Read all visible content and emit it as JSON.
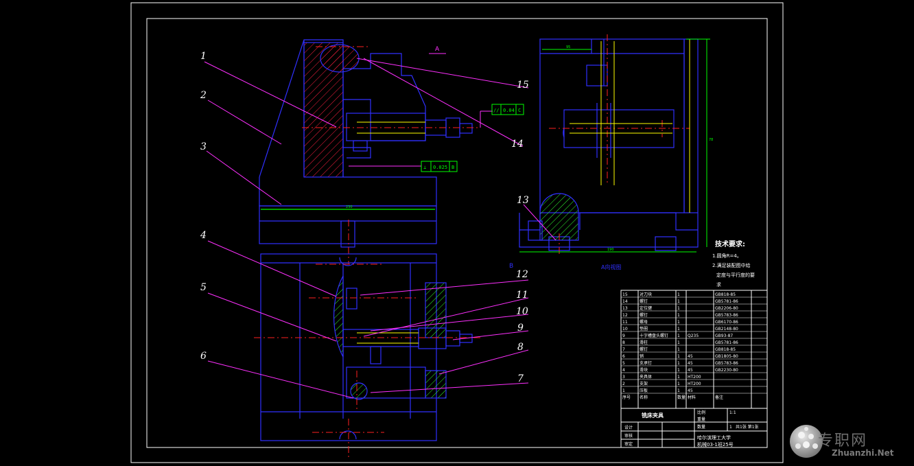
{
  "view_label_a": "A",
  "view_label_b": "B",
  "section_view_title": "A向视图",
  "callouts": [
    "1",
    "2",
    "3",
    "4",
    "5",
    "6",
    "7",
    "8",
    "9",
    "10",
    "11",
    "12",
    "13",
    "14",
    "15"
  ],
  "tolerance_parallel": {
    "symbol": "//",
    "value": "0.04",
    "datum": "C"
  },
  "tolerance_perp": {
    "symbol": "⊥",
    "value": "0.025",
    "datum": "B"
  },
  "dims": {
    "top_width": "230",
    "side_width": "190",
    "side_height": "78",
    "side_top": "95"
  },
  "tech_requirements": {
    "title": "技术要求:",
    "lines": [
      "1.圆角R=4。",
      "2.满足装配图中给",
      "定度与平行度的要",
      "求"
    ]
  },
  "bom_rows": [
    {
      "no": "15",
      "name": "对刀块",
      "qty": "1",
      "mat": "",
      "std": "GB818-85"
    },
    {
      "no": "14",
      "name": "螺钉",
      "qty": "1",
      "mat": "",
      "std": "GB5781-86"
    },
    {
      "no": "13",
      "name": "定位键",
      "qty": "1",
      "mat": "",
      "std": "GB2206-80"
    },
    {
      "no": "12",
      "name": "螺钉",
      "qty": "1",
      "mat": "",
      "std": "GB5783-86"
    },
    {
      "no": "11",
      "name": "螺母",
      "qty": "1",
      "mat": "",
      "std": "GB6170-86"
    },
    {
      "no": "10",
      "name": "垫圈",
      "qty": "1",
      "mat": "",
      "std": "GB2148-80"
    },
    {
      "no": "9",
      "name": "十字槽盘头螺钉",
      "qty": "1",
      "mat": "Q235",
      "std": "GB93-87"
    },
    {
      "no": "8",
      "name": "滑柱",
      "qty": "1",
      "mat": "",
      "std": "GB5781-86"
    },
    {
      "no": "7",
      "name": "螺钉",
      "qty": "1",
      "mat": "",
      "std": "GB818-85"
    },
    {
      "no": "6",
      "name": "销",
      "qty": "1",
      "mat": "45",
      "std": "GB1805-80"
    },
    {
      "no": "5",
      "name": "支承钉",
      "qty": "1",
      "mat": "45",
      "std": "GB5783-86"
    },
    {
      "no": "4",
      "name": "滑块",
      "qty": "1",
      "mat": "45",
      "std": "GB2230-80"
    },
    {
      "no": "3",
      "name": "夹具体",
      "qty": "1",
      "mat": "HT200",
      "std": ""
    },
    {
      "no": "2",
      "name": "支架",
      "qty": "1",
      "mat": "HT200",
      "std": ""
    },
    {
      "no": "1",
      "name": "压板",
      "qty": "1",
      "mat": "45",
      "std": ""
    }
  ],
  "bom_header": [
    "序号",
    "名称",
    "数量",
    "材料",
    "备注"
  ],
  "title_block": {
    "name": "铣床夹具",
    "scale_label": "比例",
    "scale": "1:1",
    "weight_label": "重量",
    "qty_label": "数量",
    "qty": "1",
    "sheet": "共1张 第1张",
    "design_label": "设计",
    "designer": "",
    "check_label": "审核",
    "checker": "",
    "approve_label": "审定",
    "school": "哈尔滨理工大学",
    "class": "机械03-1班25号"
  },
  "watermark": {
    "brand": "专职网",
    "url": "Zhuanzhi.Net"
  }
}
